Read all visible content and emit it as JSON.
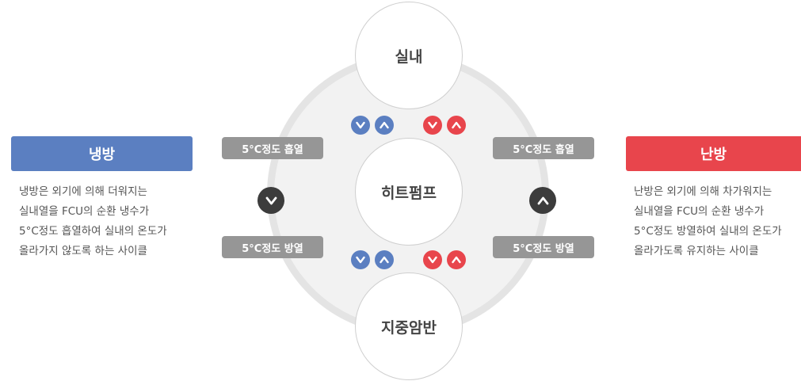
{
  "cycle": {
    "indoor": "실내",
    "heat_pump": "히트펌프",
    "underground": "지중암반"
  },
  "labels": {
    "absorb_left": "5°C정도 흡열",
    "release_left": "5°C정도 방열",
    "absorb_right": "5°C정도 흡열",
    "release_right": "5°C정도 방열"
  },
  "cooling": {
    "title": "냉방",
    "color": "#5b7fc1",
    "lines": [
      "냉방은 외기에 의해 더워지는",
      "실내열을 FCU의 순환 냉수가",
      "5°C정도 흡열하여 실내의 온도가",
      "올라가지 않도록 하는 사이클"
    ]
  },
  "heating": {
    "title": "난방",
    "color": "#e8454c",
    "lines": [
      "난방은 외기에 의해 차가워지는",
      "실내열을 FCU의 순환 냉수가",
      "5°C정도 방열하여 실내의 온도가",
      "올라가도록 유지하는 사이클"
    ]
  },
  "icons": {
    "down": "chevron-down-icon",
    "up": "chevron-up-icon"
  }
}
